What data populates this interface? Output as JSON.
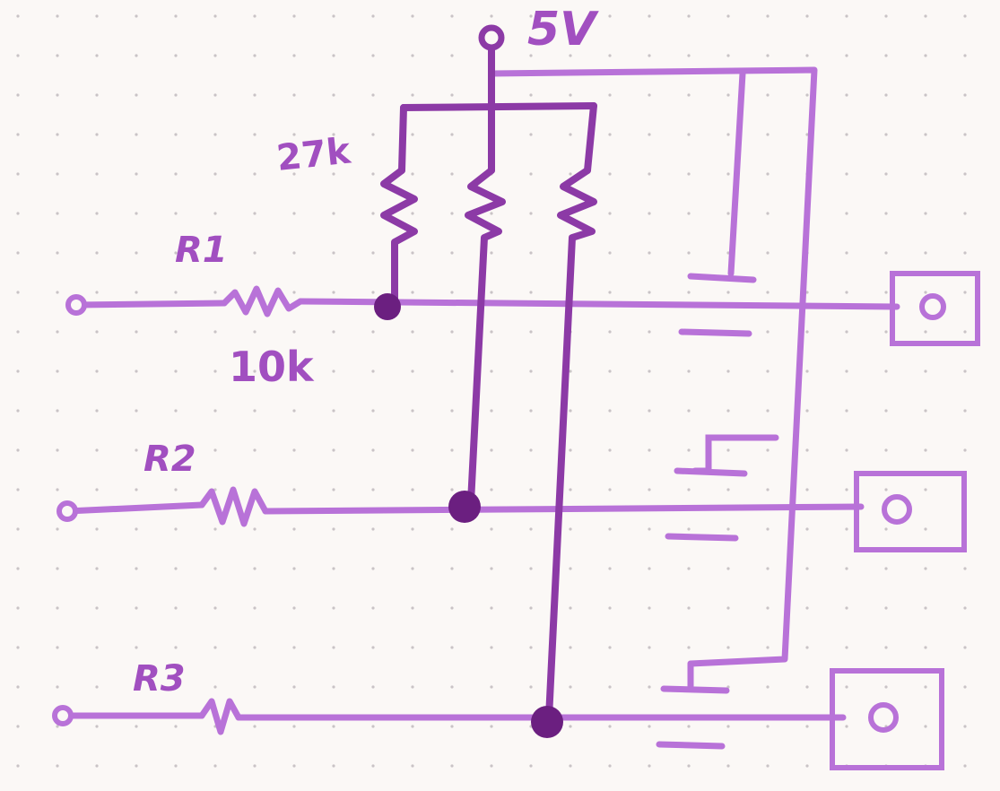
{
  "supply": {
    "label": "5V"
  },
  "resistors": {
    "r1": {
      "name": "R1",
      "value": "10k"
    },
    "r2": {
      "name": "R2"
    },
    "r3": {
      "name": "R3"
    },
    "pullup": {
      "value": "27k"
    }
  },
  "colors": {
    "ink_light": "#b872d8",
    "ink_dark": "#8c3aa6",
    "dot": "#6b1f80",
    "grid": "#c9c3c6",
    "paper": "#fbf8f6"
  }
}
